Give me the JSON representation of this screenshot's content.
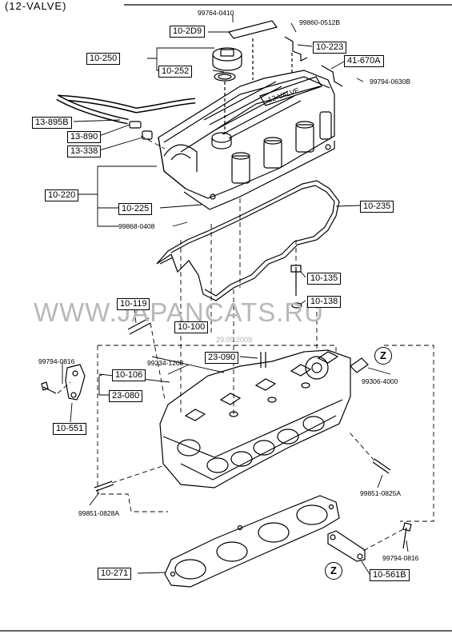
{
  "header": {
    "title": "(12-VALVE)"
  },
  "watermark": {
    "text": "WWW.JAPANCATS.RU",
    "date": "29.09.2009"
  },
  "cover_lettering": "12-VALVE",
  "boxed_labels": {
    "b10_2D9": "10-2D9",
    "b10_223": "10-223",
    "b10_250": "10-250",
    "b10_252": "10-252",
    "b41_670A": "41-670A",
    "b13_895B": "13-895B",
    "b13_890": "13-890",
    "b13_338": "13-338",
    "b10_220": "10-220",
    "b10_225": "10-225",
    "b10_235": "10-235",
    "b10_135": "10-135",
    "b10_138": "10-138",
    "b10_119": "10-119",
    "b10_100": "10-100",
    "b23_090": "23-090",
    "b10_106": "10-106",
    "b23_080": "23-080",
    "b10_551": "10-551",
    "b10_271": "10-271",
    "b10_561B": "10-561B"
  },
  "part_numbers": {
    "p99764_0410": "99764-0410",
    "p99860_0512B": "99860-0512B",
    "p99794_0630B": "99794-0630B",
    "p99868_0408": "99868-0408",
    "p99794_0816a": "99794-0816",
    "p99234_1208": "99234-1208",
    "p99306_4000": "99306-4000",
    "p99851_0825A": "99851-0825A",
    "p99851_0828A": "99851-0828A",
    "p99794_0816b": "99794-0816"
  },
  "markers": {
    "z1": "Z",
    "z2": "Z"
  }
}
